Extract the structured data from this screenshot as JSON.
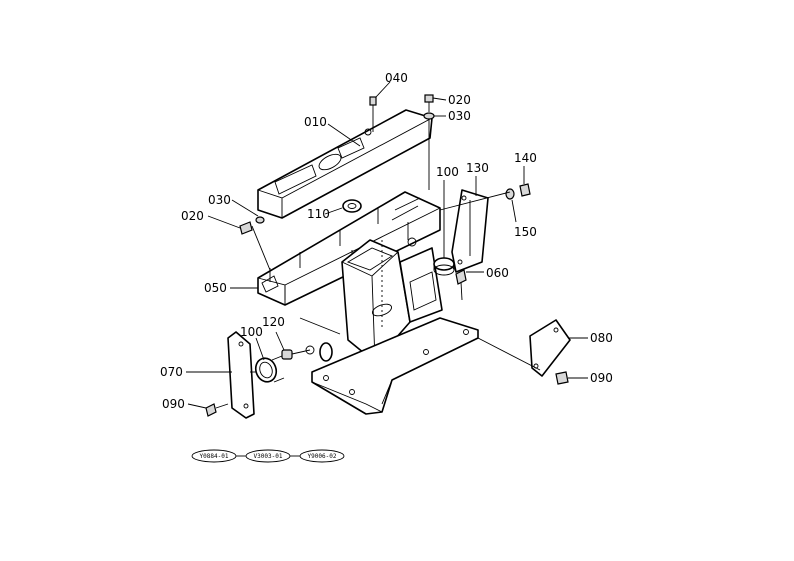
{
  "callouts": {
    "c010": "010",
    "c020_top": "020",
    "c020_left": "020",
    "c030_top": "030",
    "c030_left": "030",
    "c040": "040",
    "c050": "050",
    "c060": "060",
    "c070": "070",
    "c080": "080",
    "c090_left": "090",
    "c090_right": "090",
    "c100_top": "100",
    "c100_left": "100",
    "c110": "110",
    "c120": "120",
    "c130": "130",
    "c140": "140",
    "c150": "150"
  },
  "reference_chain": [
    "Y0884-01",
    "V3003-01",
    "Y9006-02"
  ]
}
